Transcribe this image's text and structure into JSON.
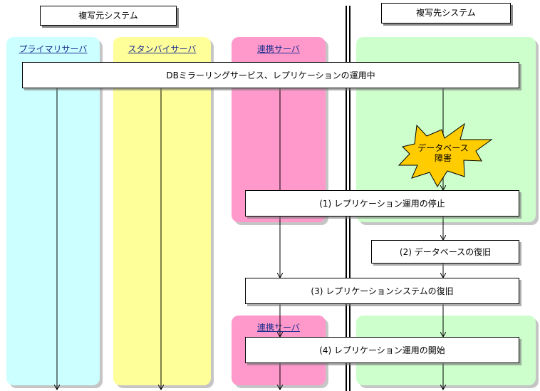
{
  "systems": {
    "source": "複写元システム",
    "target": "複写先システム"
  },
  "lanes": {
    "primary": "プライマリサーバ",
    "standby": "スタンバイサーバ",
    "link_top": "連携サーバ",
    "link_bottom": "連携サーバ"
  },
  "banner": "DBミラーリングサービス、レプリケーションの運用中",
  "fault": {
    "line1": "データベース",
    "line2": "障害"
  },
  "steps": {
    "s1": "(1) レプリケーション運用の停止",
    "s2": "(2) データベースの復旧",
    "s3": "(3) レプリケーションシステムの復旧",
    "s4": "(4) レプリケーション運用の開始"
  },
  "colors": {
    "primary": "#ccffff",
    "standby": "#ffff99",
    "link": "#ff99cc",
    "target": "#ccffcc",
    "fault": "#ffcc00",
    "label": "#1c2e8f"
  }
}
